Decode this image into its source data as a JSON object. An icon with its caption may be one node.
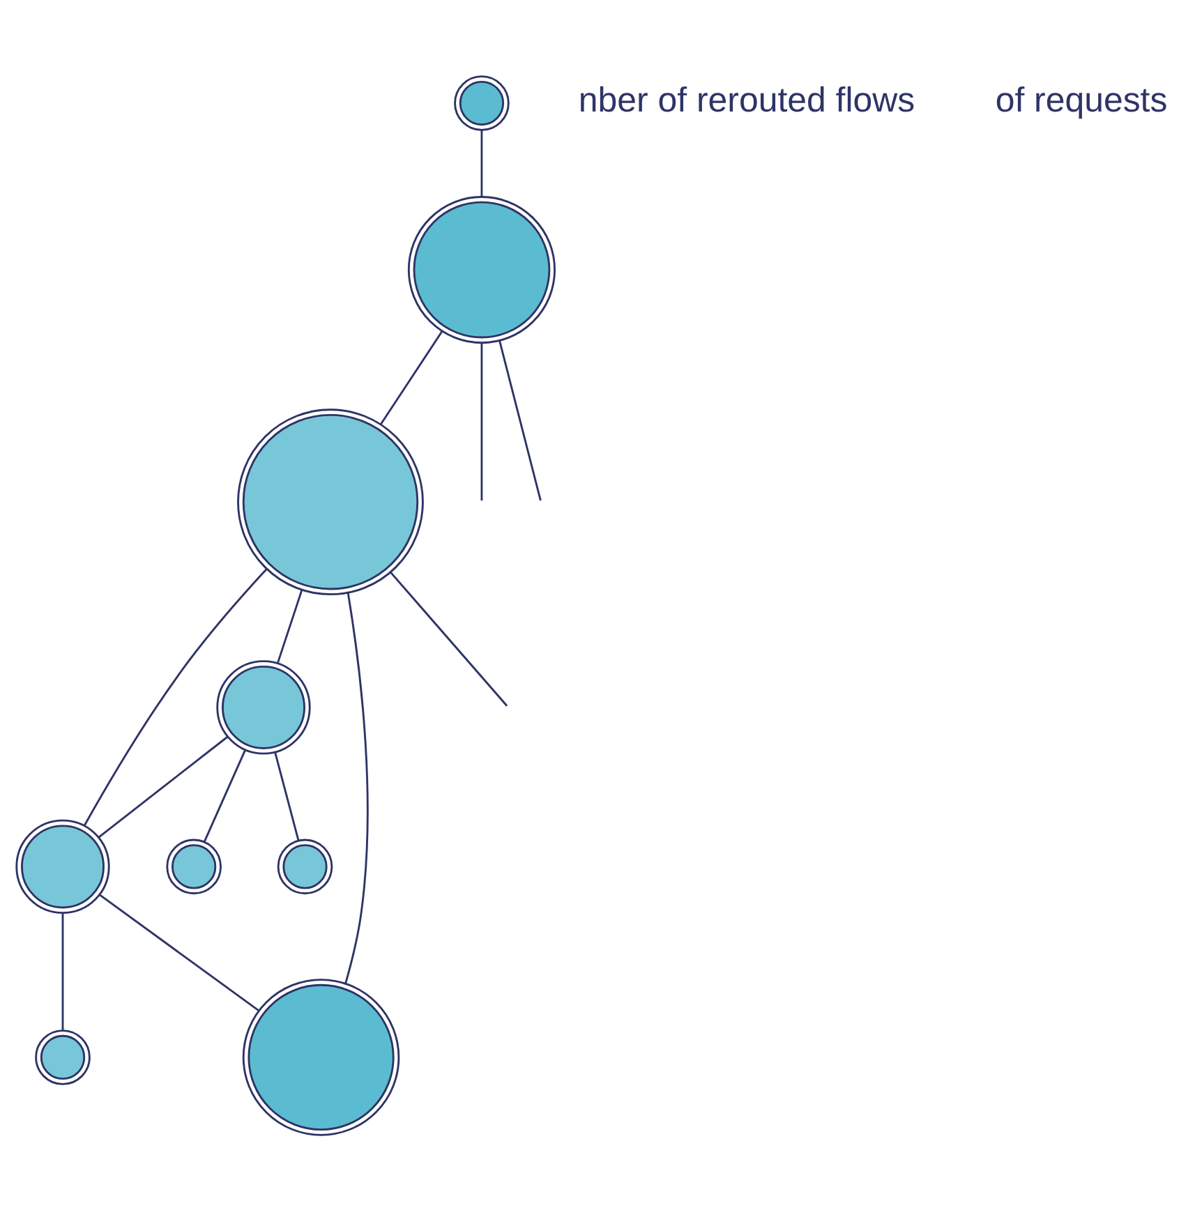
{
  "diagram": {
    "nodes": [
      {
        "text": [],
        "shape": "circle"
      },
      {
        "text": [],
        "shape": "circle"
      },
      {
        "text": [],
        "shape": "circle"
      },
      {
        "text": [],
        "shape": "circle"
      },
      {
        "text": [],
        "shape": "circle"
      },
      {
        "text": [],
        "shape": "circle"
      },
      {
        "text": [],
        "shape": "circle"
      },
      {
        "text": [],
        "shape": "circle"
      },
      {
        "text": [],
        "shape": "circle"
      }
    ],
    "edges": [
      {
        "from": 0,
        "to": 1,
        "arrow": "none"
      },
      {
        "from": 1,
        "to": null,
        "arrow": "none"
      },
      {
        "from": 1,
        "to": 2,
        "arrow": "none"
      },
      {
        "from": 1,
        "to": null,
        "arrow": "none"
      },
      {
        "from": 2,
        "to": null,
        "arrow": "none"
      },
      {
        "from": 2,
        "to": 3,
        "arrow": "none"
      },
      {
        "from": 2,
        "to": 4,
        "arrow": "none"
      },
      {
        "from": 2,
        "to": 5,
        "arrow": "none"
      },
      {
        "from": 3,
        "to": 6,
        "arrow": "none"
      },
      {
        "from": 3,
        "to": 7,
        "arrow": "none"
      },
      {
        "from": 3,
        "to": 4,
        "arrow": "none"
      },
      {
        "from": 4,
        "to": 5,
        "arrow": "none"
      },
      {
        "from": 4,
        "to": 8,
        "arrow": "none"
      }
    ],
    "labels": [
      "nber of rerouted flows",
      "of requests"
    ]
  }
}
